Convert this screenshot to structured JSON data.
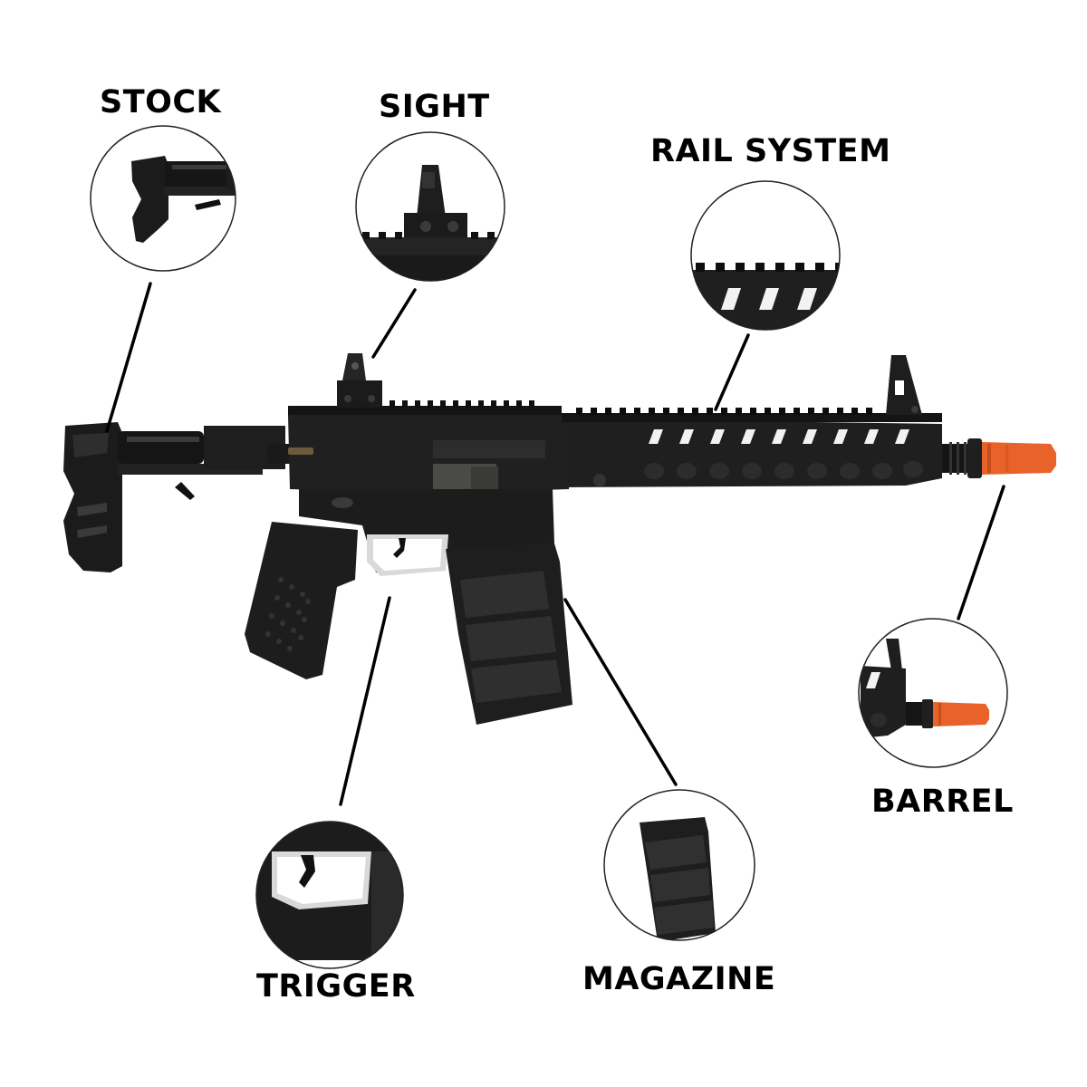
{
  "colors": {
    "gun_body": "#1b1b1b",
    "gun_mid": "#2c2c2c",
    "gun_highlight": "#4a4a4a",
    "barrel_tip": "#e8622a",
    "line": "#000000",
    "circle_stroke": "#222222"
  },
  "labels": {
    "stock": "STOCK",
    "sight": "SIGHT",
    "rail_system": "RAIL SYSTEM",
    "barrel": "BARREL",
    "trigger": "TRIGGER",
    "magazine": "MAGAZINE"
  }
}
